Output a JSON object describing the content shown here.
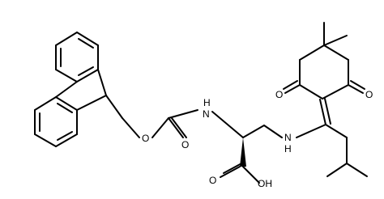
{
  "structure": {
    "atom_labels": {
      "o_ether": "O",
      "o_carbonyl": "O",
      "n_carbamate": "H\nN",
      "n_enamine": "N\nH",
      "o_acid": "O",
      "oh_acid": "OH",
      "o_ketone_left": "O",
      "o_ketone_right": "O"
    },
    "colors": {
      "bonds": "#000000",
      "labels": "#000000",
      "background": "#ffffff"
    }
  }
}
